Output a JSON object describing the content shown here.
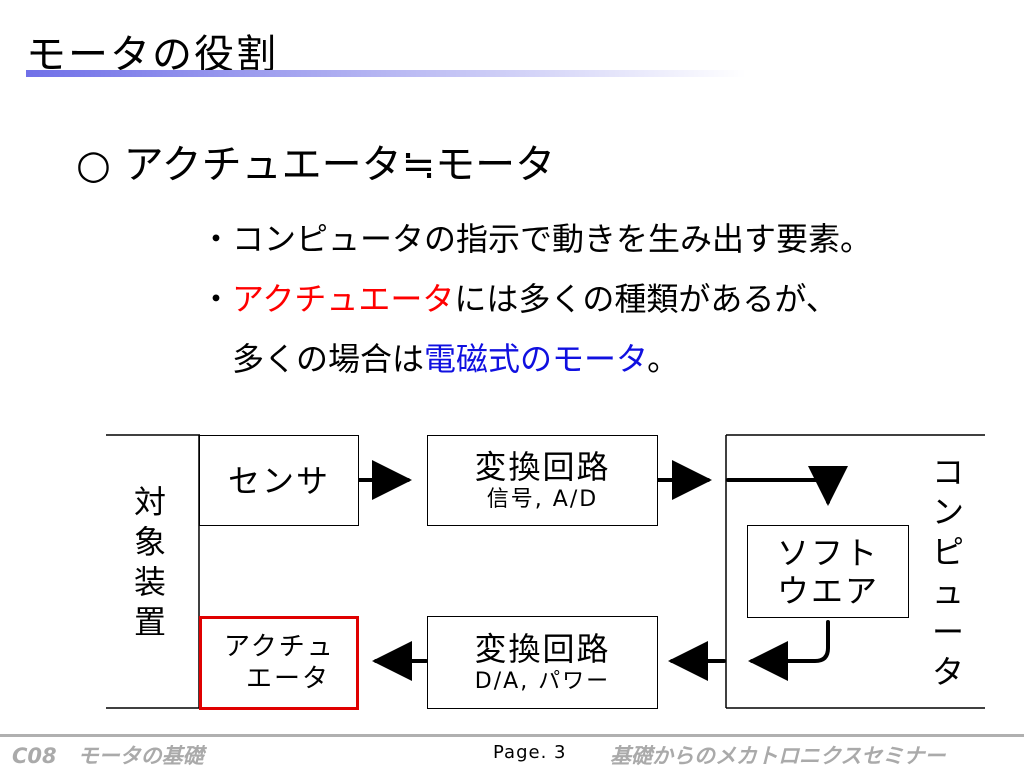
{
  "slide": {
    "title": "モータの役割",
    "heading": "○ アクチュエータ≒モータ",
    "bullet1": "・コンピュータの指示で動きを生み出す要素。",
    "bullet2_mark": "・",
    "bullet2_red": "アクチュエータ",
    "bullet2_rest": "には多くの種類があるが、",
    "bullet3_pre": "多くの場合は",
    "bullet3_blue": "電磁式のモータ",
    "bullet3_post": "。"
  },
  "diagram": {
    "target_label": [
      "対",
      "象",
      "装",
      "置"
    ],
    "computer_label": [
      "コ",
      "ン",
      "ピ",
      "ュ",
      "ー",
      "タ"
    ],
    "sensor": "センサ",
    "conv_top_title": "変換回路",
    "conv_top_sub": "信号, A/D",
    "software_line1": "ソフト",
    "software_line2": "ウエア",
    "conv_bottom_title": "変換回路",
    "conv_bottom_sub": "D/A, パワー",
    "actuator_line1": "アクチュ",
    "actuator_line2": "エータ"
  },
  "footer": {
    "left": "C08　モータの基礎",
    "page": "Page. 3",
    "right": "基礎からのメカトロニクスセミナー"
  },
  "colors": {
    "accent_red": "#ff0000",
    "accent_blue": "#1010e0",
    "title_rule": "#7070e8",
    "footer_text": "#aaaaaa"
  }
}
